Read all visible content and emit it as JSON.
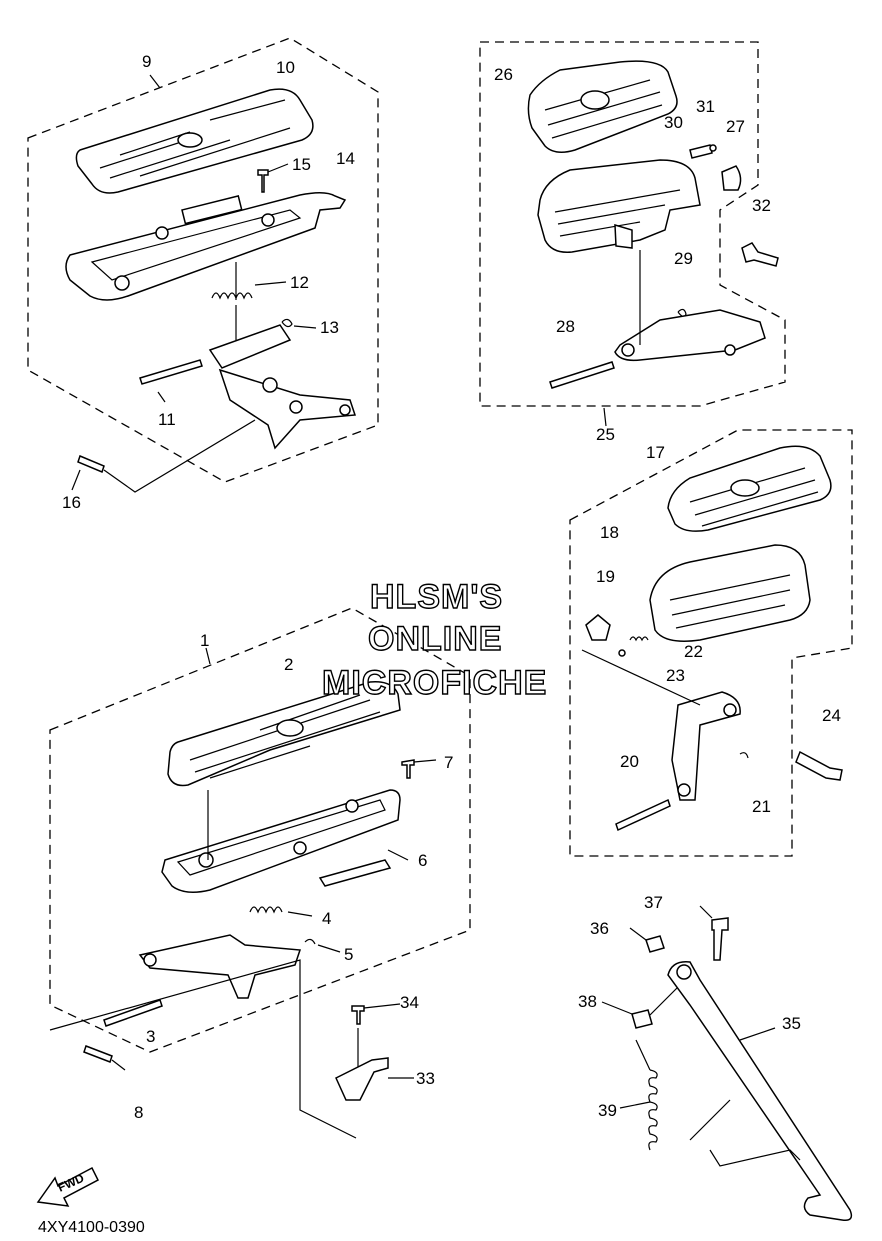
{
  "watermark": {
    "line1": "HLSM'S",
    "line2": "ONLINE",
    "line3": "MICROFICHE"
  },
  "fwd_label": "FWD",
  "diagram_code": "4XY4100-0390",
  "callouts": [
    {
      "id": "c9",
      "text": "9"
    },
    {
      "id": "c10",
      "text": "10"
    },
    {
      "id": "c15",
      "text": "15"
    },
    {
      "id": "c14",
      "text": "14"
    },
    {
      "id": "c12",
      "text": "12"
    },
    {
      "id": "c13",
      "text": "13"
    },
    {
      "id": "c11",
      "text": "11"
    },
    {
      "id": "c16",
      "text": "16"
    },
    {
      "id": "c26",
      "text": "26"
    },
    {
      "id": "c30",
      "text": "30"
    },
    {
      "id": "c31",
      "text": "31"
    },
    {
      "id": "c27",
      "text": "27"
    },
    {
      "id": "c32",
      "text": "32"
    },
    {
      "id": "c29",
      "text": "29"
    },
    {
      "id": "c28",
      "text": "28"
    },
    {
      "id": "c25",
      "text": "25"
    },
    {
      "id": "c17",
      "text": "17"
    },
    {
      "id": "c18",
      "text": "18"
    },
    {
      "id": "c19",
      "text": "19"
    },
    {
      "id": "c22",
      "text": "22"
    },
    {
      "id": "c23",
      "text": "23"
    },
    {
      "id": "c24",
      "text": "24"
    },
    {
      "id": "c20",
      "text": "20"
    },
    {
      "id": "c21",
      "text": "21"
    },
    {
      "id": "c1",
      "text": "1"
    },
    {
      "id": "c2",
      "text": "2"
    },
    {
      "id": "c7",
      "text": "7"
    },
    {
      "id": "c6",
      "text": "6"
    },
    {
      "id": "c4",
      "text": "4"
    },
    {
      "id": "c5",
      "text": "5"
    },
    {
      "id": "c3",
      "text": "3"
    },
    {
      "id": "c8",
      "text": "8"
    },
    {
      "id": "c34",
      "text": "34"
    },
    {
      "id": "c33",
      "text": "33"
    },
    {
      "id": "c37",
      "text": "37"
    },
    {
      "id": "c36",
      "text": "36"
    },
    {
      "id": "c38",
      "text": "38"
    },
    {
      "id": "c35",
      "text": "35"
    },
    {
      "id": "c39",
      "text": "39"
    }
  ]
}
